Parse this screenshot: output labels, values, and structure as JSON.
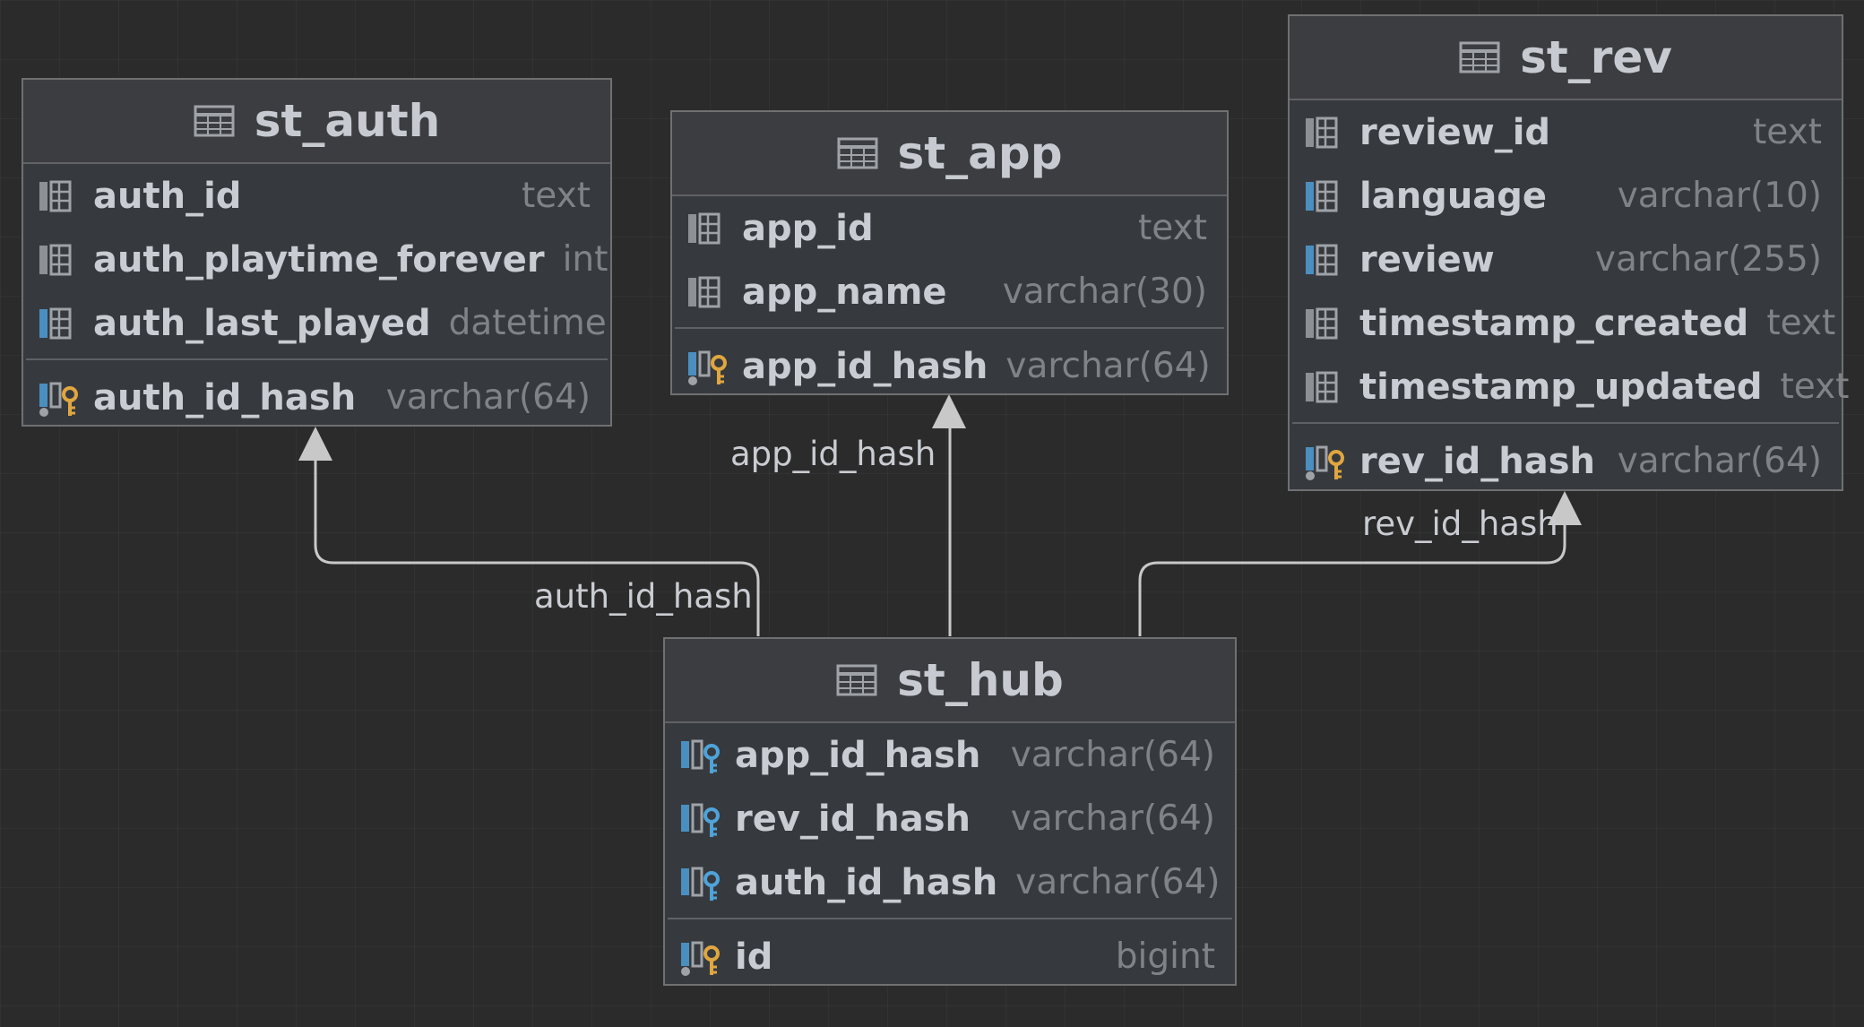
{
  "diagram": {
    "tables": {
      "st_auth": {
        "name": "st_auth",
        "columns": [
          {
            "name": "auth_id",
            "type": "text",
            "icon": "column-icon"
          },
          {
            "name": "auth_playtime_forever",
            "type": "int",
            "icon": "column-icon"
          },
          {
            "name": "auth_last_played",
            "type": "datetime",
            "icon": "column-icon-blue"
          }
        ],
        "keys": [
          {
            "name": "auth_id_hash",
            "type": "varchar(64)",
            "icon": "primary-key-icon"
          }
        ]
      },
      "st_app": {
        "name": "st_app",
        "columns": [
          {
            "name": "app_id",
            "type": "text",
            "icon": "column-icon"
          },
          {
            "name": "app_name",
            "type": "varchar(30)",
            "icon": "column-icon"
          }
        ],
        "keys": [
          {
            "name": "app_id_hash",
            "type": "varchar(64)",
            "icon": "primary-key-icon"
          }
        ]
      },
      "st_rev": {
        "name": "st_rev",
        "columns": [
          {
            "name": "review_id",
            "type": "text",
            "icon": "column-icon"
          },
          {
            "name": "language",
            "type": "varchar(10)",
            "icon": "column-icon-blue"
          },
          {
            "name": "review",
            "type": "varchar(255)",
            "icon": "column-icon-blue"
          },
          {
            "name": "timestamp_created",
            "type": "text",
            "icon": "column-icon"
          },
          {
            "name": "timestamp_updated",
            "type": "text",
            "icon": "column-icon"
          }
        ],
        "keys": [
          {
            "name": "rev_id_hash",
            "type": "varchar(64)",
            "icon": "primary-key-icon"
          }
        ]
      },
      "st_hub": {
        "name": "st_hub",
        "columns": [
          {
            "name": "app_id_hash",
            "type": "varchar(64)",
            "icon": "foreign-key-icon"
          },
          {
            "name": "rev_id_hash",
            "type": "varchar(64)",
            "icon": "foreign-key-icon"
          },
          {
            "name": "auth_id_hash",
            "type": "varchar(64)",
            "icon": "foreign-key-icon"
          }
        ],
        "keys": [
          {
            "name": "id",
            "type": "bigint",
            "icon": "primary-key-icon"
          }
        ]
      }
    },
    "relations": {
      "auth": {
        "label": "auth_id_hash"
      },
      "app": {
        "label": "app_id_hash"
      },
      "rev": {
        "label": "rev_id_hash"
      }
    },
    "colors": {
      "background": "#2b2b2b",
      "table_body": "#363a3e",
      "table_header": "#3b3d40",
      "connector": "#c8c8c8",
      "primary_key": "#e0a640",
      "foreign_key": "#4fa3d8",
      "column_accent": "#4a8fc0"
    }
  }
}
